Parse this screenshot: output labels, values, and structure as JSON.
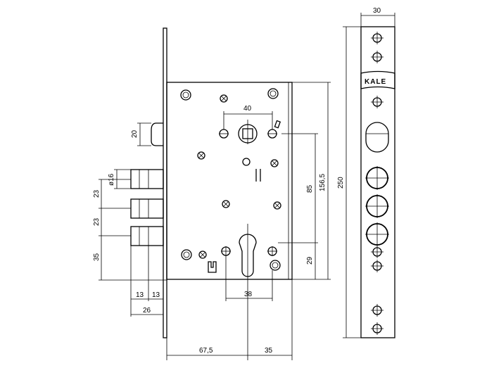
{
  "dimensions": {
    "d40": "40",
    "d20": "20",
    "d16": "ø16",
    "d23a": "23",
    "d23b": "23",
    "d35": "35",
    "d85": "85",
    "d156": "156,5",
    "d29": "29",
    "d38": "38",
    "d13a": "13",
    "d13b": "13",
    "d26": "26",
    "d67": "67,5",
    "d35b": "35",
    "d30": "30",
    "d250": "250"
  },
  "logo": {
    "text": "KALE"
  }
}
